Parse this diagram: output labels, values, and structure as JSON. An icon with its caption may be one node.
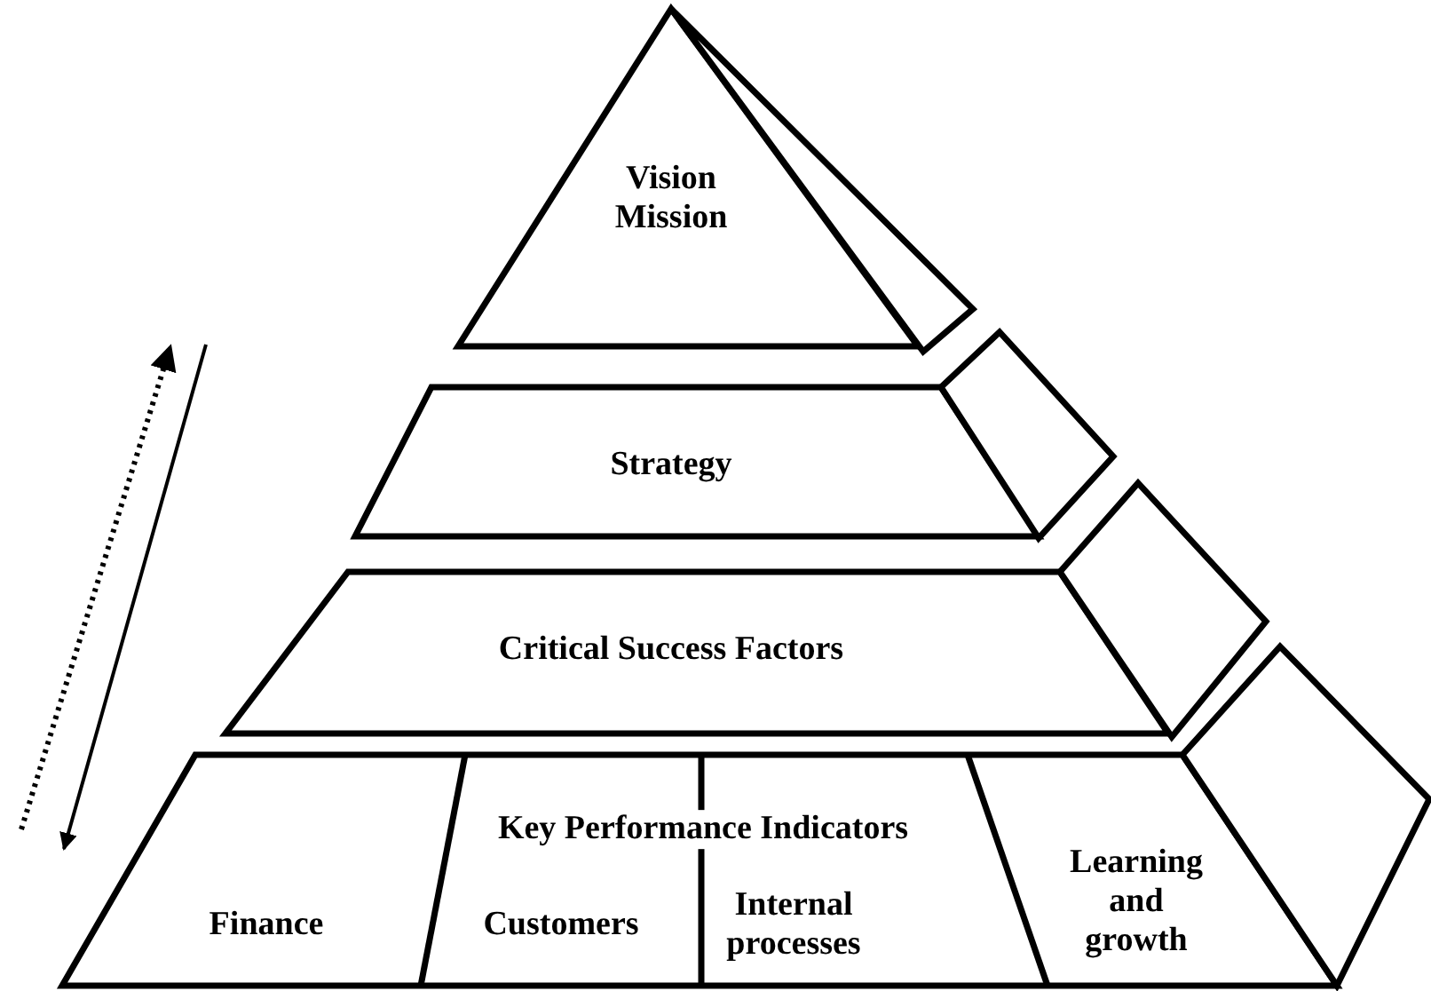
{
  "diagram": {
    "nodes": [
      {
        "text": [
          "Vision Mission"
        ]
      },
      {
        "text": [
          "Strategy"
        ]
      },
      {
        "text": [
          "Critical Success Factors"
        ]
      },
      {
        "text": [
          "Key Performance Indicators"
        ]
      },
      {
        "text": [
          "Finance"
        ],
        "in": 3
      },
      {
        "text": [
          "Customers"
        ],
        "in": 3
      },
      {
        "text": [
          "Internal processes"
        ],
        "in": 3
      },
      {
        "text": [
          "Learning and growth"
        ],
        "in": 3
      },
      {
        "text": [],
        "shape": "box"
      },
      {
        "text": [],
        "shape": "box"
      },
      {
        "text": [],
        "shape": "box"
      },
      {
        "text": [],
        "shape": "box"
      }
    ]
  }
}
